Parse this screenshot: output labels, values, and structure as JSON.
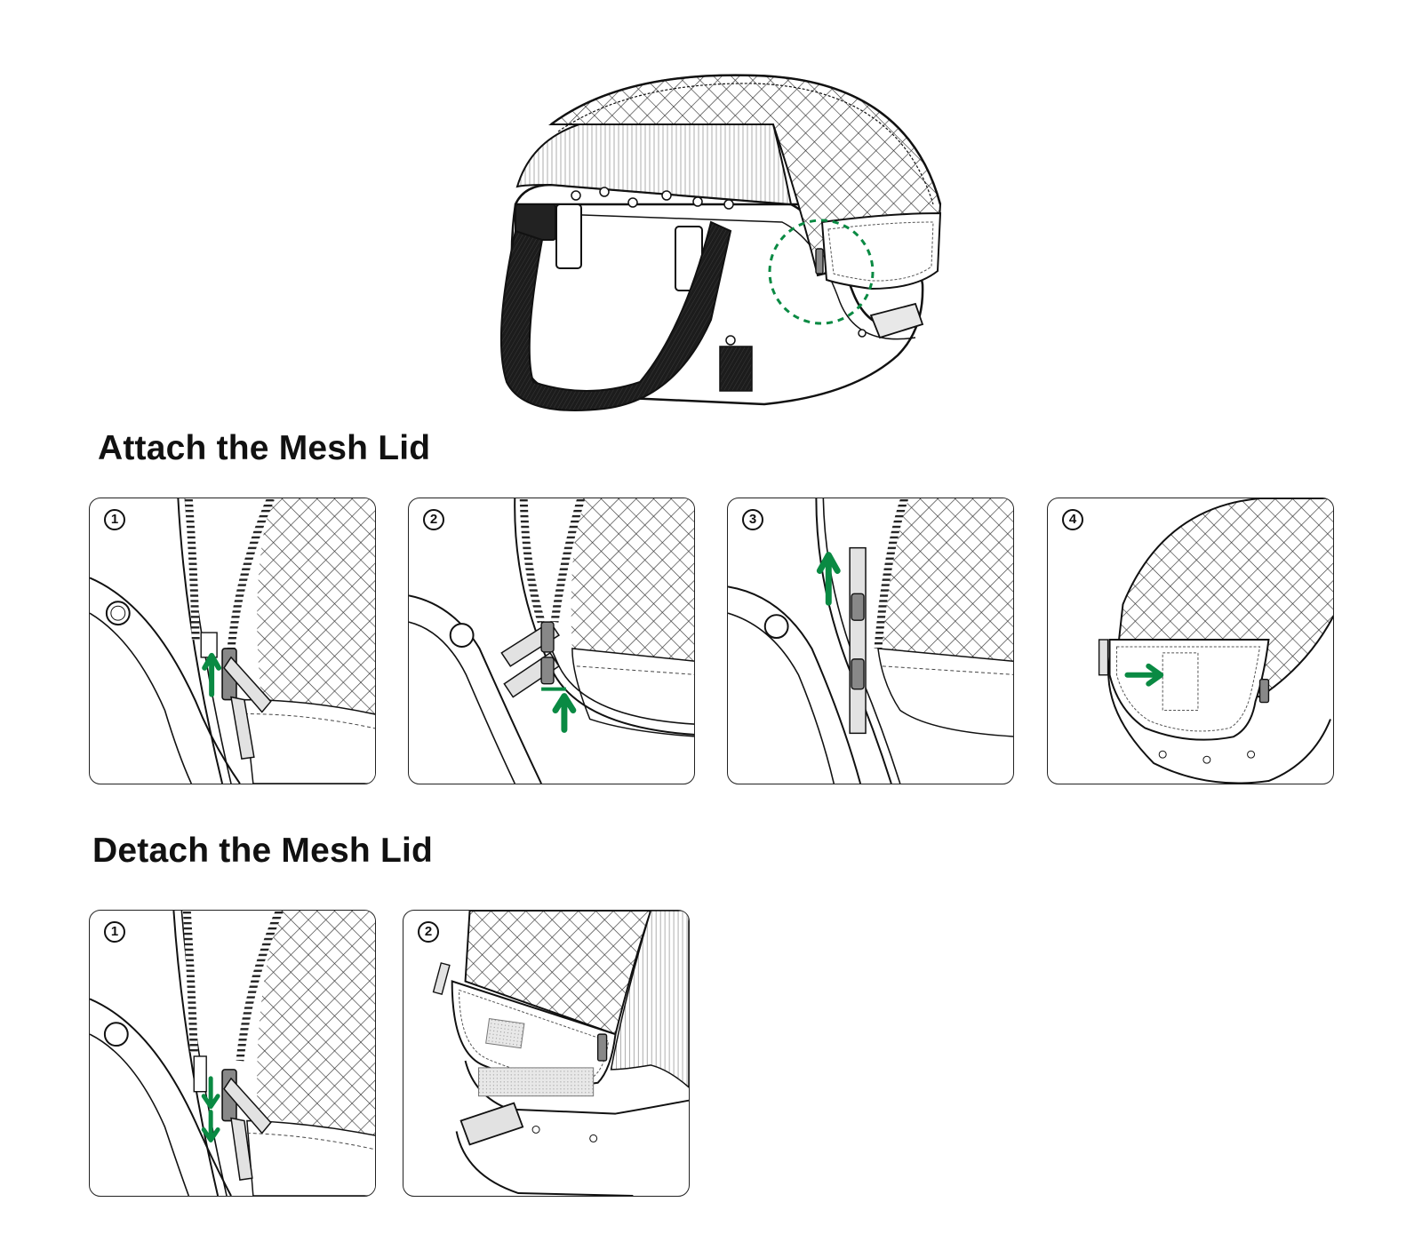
{
  "sections": [
    {
      "title": "Attach the Mesh Lid",
      "steps": [
        "1",
        "2",
        "3",
        "4"
      ]
    },
    {
      "title": "Detach the Mesh Lid",
      "steps": [
        "1",
        "2"
      ]
    }
  ],
  "colors": {
    "accent": "#0a8a43",
    "ink": "#111111",
    "mesh": "#333333",
    "strap": "#1c1c1c",
    "pull-tab": "#e2e2e2"
  },
  "icons": {
    "arrow-up": "green-arrow-up-icon",
    "arrow-down": "green-arrow-down-icon",
    "arrow-right": "green-arrow-right-icon",
    "highlight": "dashed-green-circle"
  }
}
